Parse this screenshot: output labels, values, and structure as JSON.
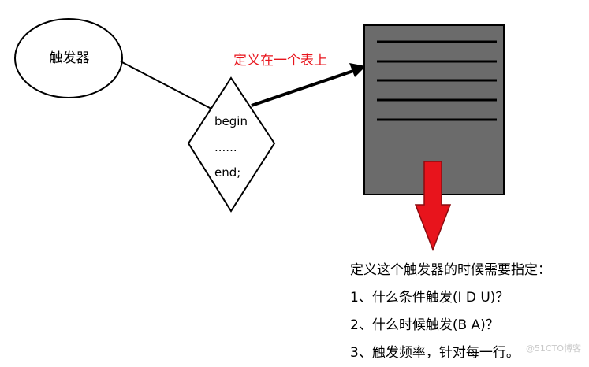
{
  "diagram": {
    "trigger_label": "触发器",
    "block_lines": [
      "begin",
      "......",
      "end;"
    ],
    "arrow_label": "定义在一个表上",
    "notes": [
      "定义这个触发器的时候需要指定：",
      "1、什么条件触发(I D U)？",
      "2、什么时候触发(B A)？",
      "3、触发频率，针对每一行。"
    ],
    "watermark": "@51CTO博客"
  },
  "colors": {
    "table_fill": "#6b6b6b",
    "accent_red": "#e8141c"
  }
}
